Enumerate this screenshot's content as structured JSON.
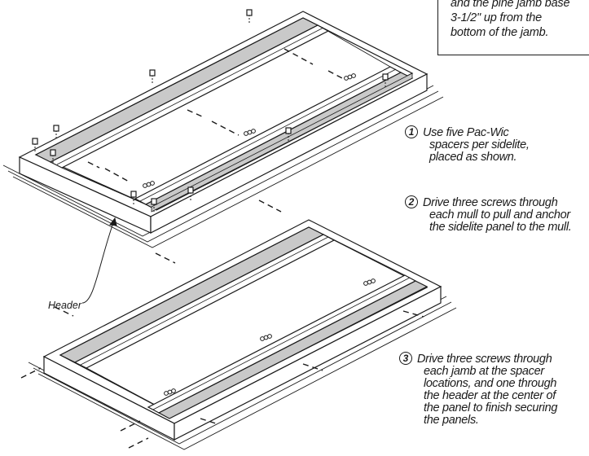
{
  "note_lines": [
    "and the pine jamb base",
    "3-1/2\" up from the",
    "bottom of the jamb."
  ],
  "steps": [
    {
      "number": "1",
      "lines": [
        "Use five Pac-Wic",
        "spacers per sidelite,",
        "placed as shown."
      ]
    },
    {
      "number": "2",
      "lines": [
        "Drive three screws through",
        "each mull to pull and anchor",
        "the sidelite panel to the mull."
      ]
    },
    {
      "number": "3",
      "lines": [
        "Drive three screws through",
        "each jamb at the spacer",
        "locations, and one through",
        "the header at the center of",
        "the panel to finish securing",
        "the panels."
      ]
    }
  ],
  "labels": {
    "header": "Header"
  },
  "colors": {
    "line": "#1a1a1a",
    "panel": "#c9c9c9",
    "frame": "#ffffff"
  }
}
